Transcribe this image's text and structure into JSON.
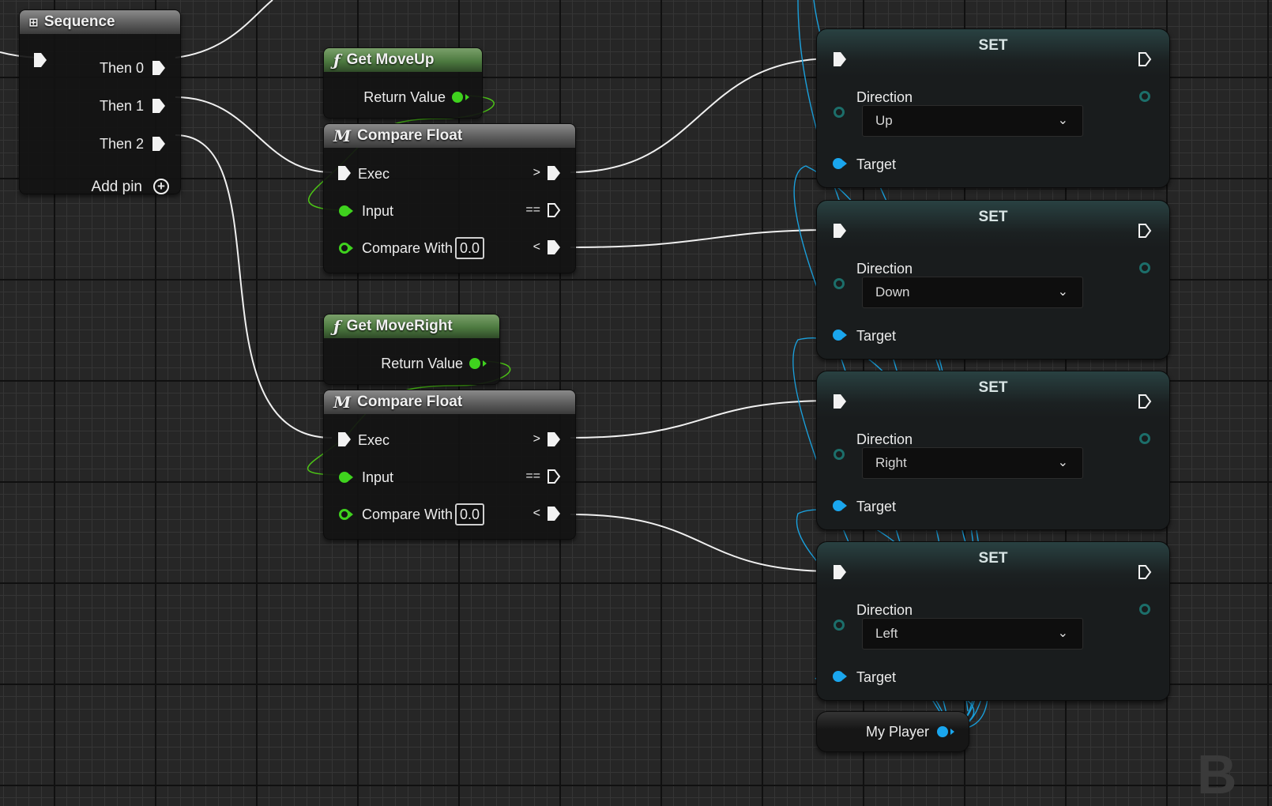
{
  "sequence_node": {
    "title": "Sequence",
    "outputs": [
      "Then 0",
      "Then 1",
      "Then 2"
    ],
    "add_pin": "Add pin"
  },
  "get_moveup": {
    "title": "Get MoveUp",
    "output": "Return Value"
  },
  "compare_up": {
    "title": "Compare Float",
    "exec": "Exec",
    "input": "Input",
    "compare_with": "Compare With",
    "compare_value": "0.0",
    "out_gt": ">",
    "out_eq": "==",
    "out_lt": "<"
  },
  "get_moveright": {
    "title": "Get MoveRight",
    "output": "Return Value"
  },
  "compare_right": {
    "title": "Compare Float",
    "exec": "Exec",
    "input": "Input",
    "compare_with": "Compare With",
    "compare_value": "0.0",
    "out_gt": ">",
    "out_eq": "==",
    "out_lt": "<"
  },
  "set_nodes": [
    {
      "title": "SET",
      "direction_label": "Direction",
      "direction_value": "Up",
      "target_label": "Target"
    },
    {
      "title": "SET",
      "direction_label": "Direction",
      "direction_value": "Down",
      "target_label": "Target"
    },
    {
      "title": "SET",
      "direction_label": "Direction",
      "direction_value": "Right",
      "target_label": "Target"
    },
    {
      "title": "SET",
      "direction_label": "Direction",
      "direction_value": "Left",
      "target_label": "Target"
    }
  ],
  "my_player": {
    "label": "My Player"
  },
  "colors": {
    "exec_wire": "#f0f0f0",
    "float_pin": "#3fd21e",
    "object_pin": "#1aa6ee",
    "enum_pin": "#1c6e6a"
  },
  "icons": {
    "sequence": "sequence-icon",
    "function": "function-icon",
    "macro": "macro-icon",
    "add": "add-pin-icon",
    "dropdown": "chevron-down-icon"
  }
}
